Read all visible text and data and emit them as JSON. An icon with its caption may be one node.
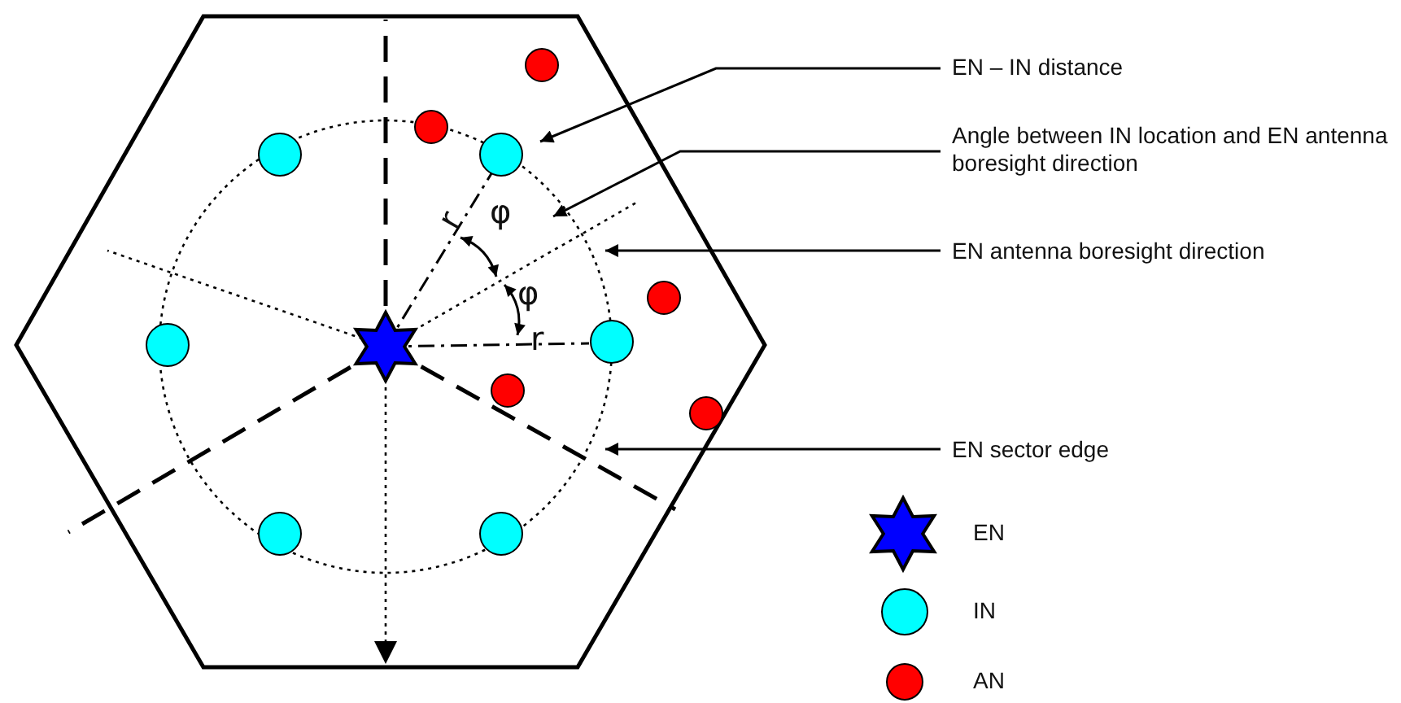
{
  "diagram": {
    "nodes": [
      {
        "text": [
          "EN – IN distance"
        ]
      },
      {
        "text": [
          "Angle between IN location and EN antenna boresight direction"
        ]
      },
      {
        "text": [
          "EN antenna boresight direction"
        ]
      },
      {
        "text": [
          "EN sector edge"
        ]
      }
    ],
    "edges": [
      {
        "from": 0,
        "to": null,
        "arrow": "to"
      },
      {
        "from": 1,
        "to": null,
        "arrow": "to"
      },
      {
        "from": 2,
        "to": null,
        "arrow": "to"
      },
      {
        "from": 3,
        "to": null,
        "arrow": "to"
      }
    ],
    "labels": [
      "r",
      "φ",
      "φ",
      "r"
    ],
    "legend": [
      {
        "text": "EN"
      },
      {
        "text": "IN"
      },
      {
        "text": "AN"
      }
    ]
  }
}
